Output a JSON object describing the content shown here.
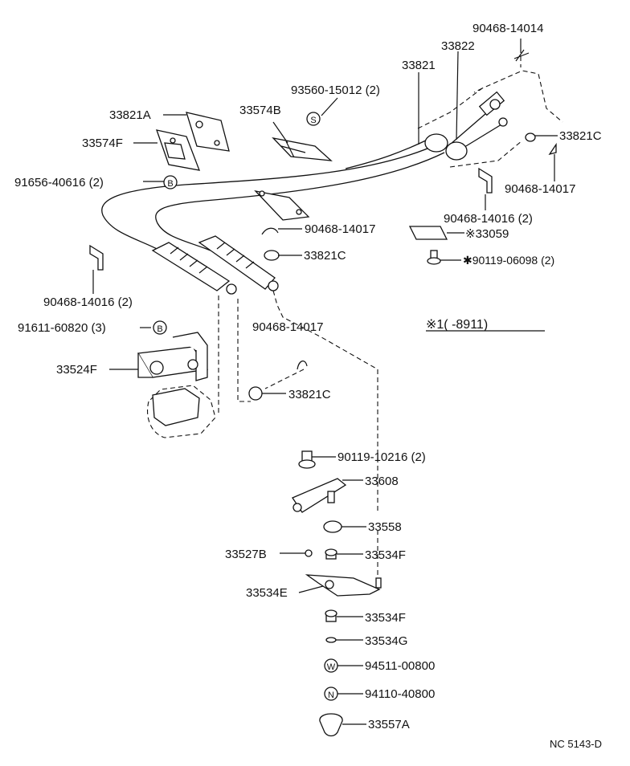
{
  "labels": {
    "p90468_14014": "90468-14014",
    "p33822": "33822",
    "p33821": "33821",
    "p93560_15012": "93560-15012 (2)",
    "p33821a": "33821A",
    "p33574b": "33574B",
    "p33574f": "33574F",
    "p33821c_top": "33821C",
    "p91656_40616": "91656-40616 (2)",
    "p90468_14017_right": "90468-14017",
    "p90468_14016_right": "90468-14016 (2)",
    "p90468_14017_mid": "90468-14017",
    "p33059": "※33059",
    "p33821c_mid": "33821C",
    "p90119_06098": "✱90119-06098 (2)",
    "p90468_14016_left": "90468-14016 (2)",
    "p91611_60820": "91611-60820 (3)",
    "p90468_14017_low": "90468-14017",
    "note": "※1(      -8911)",
    "p33524f": "33524F",
    "p33821c_low": "33821C",
    "p90119_10216": "90119-10216 (2)",
    "p33608": "33608",
    "p33558": "33558",
    "p33527b": "33527B",
    "p33534f_a": "33534F",
    "p33534e": "33534E",
    "p33534f_b": "33534F",
    "p33534g": "33534G",
    "p94511_00800": "94511-00800",
    "p94110_40800": "94110-40800",
    "p33557a": "33557A",
    "code": "NC 5143-D"
  },
  "symbols": {
    "s": "S",
    "b": "B",
    "w": "W",
    "n": "N"
  }
}
